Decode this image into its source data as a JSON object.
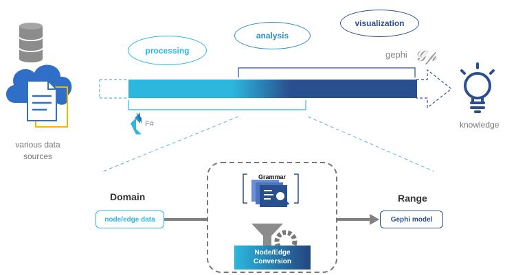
{
  "stages": {
    "processing": "processing",
    "analysis": "analysis",
    "visualization": "visualization"
  },
  "tools": {
    "gephi": "gephi",
    "fsharp": "F#"
  },
  "sources_label_line1": "various data",
  "sources_label_line2": "sources",
  "knowledge_label": "knowledge",
  "domain": {
    "title": "Domain",
    "item": "node/edge data"
  },
  "range": {
    "title": "Range",
    "item": "Gephi model"
  },
  "process": {
    "grammar_label": "Grammar",
    "conversion_line1": "Node/Edge",
    "conversion_line2": "Conversion"
  },
  "icons": [
    "database-icon",
    "cloud-icon",
    "document-icon",
    "lightbulb-icon",
    "gephi-logo-icon",
    "fsharp-logo-icon",
    "grammar-icon",
    "funnel-icon",
    "gear-icon"
  ],
  "colors": {
    "cyan": "#2bb7de",
    "navy": "#2a4f8e",
    "dark_navy": "#1f3f7a",
    "gray": "#808080",
    "dash": "#5bb4d8",
    "cloud": "#2f6fc8",
    "yellow": "#f4b400"
  }
}
